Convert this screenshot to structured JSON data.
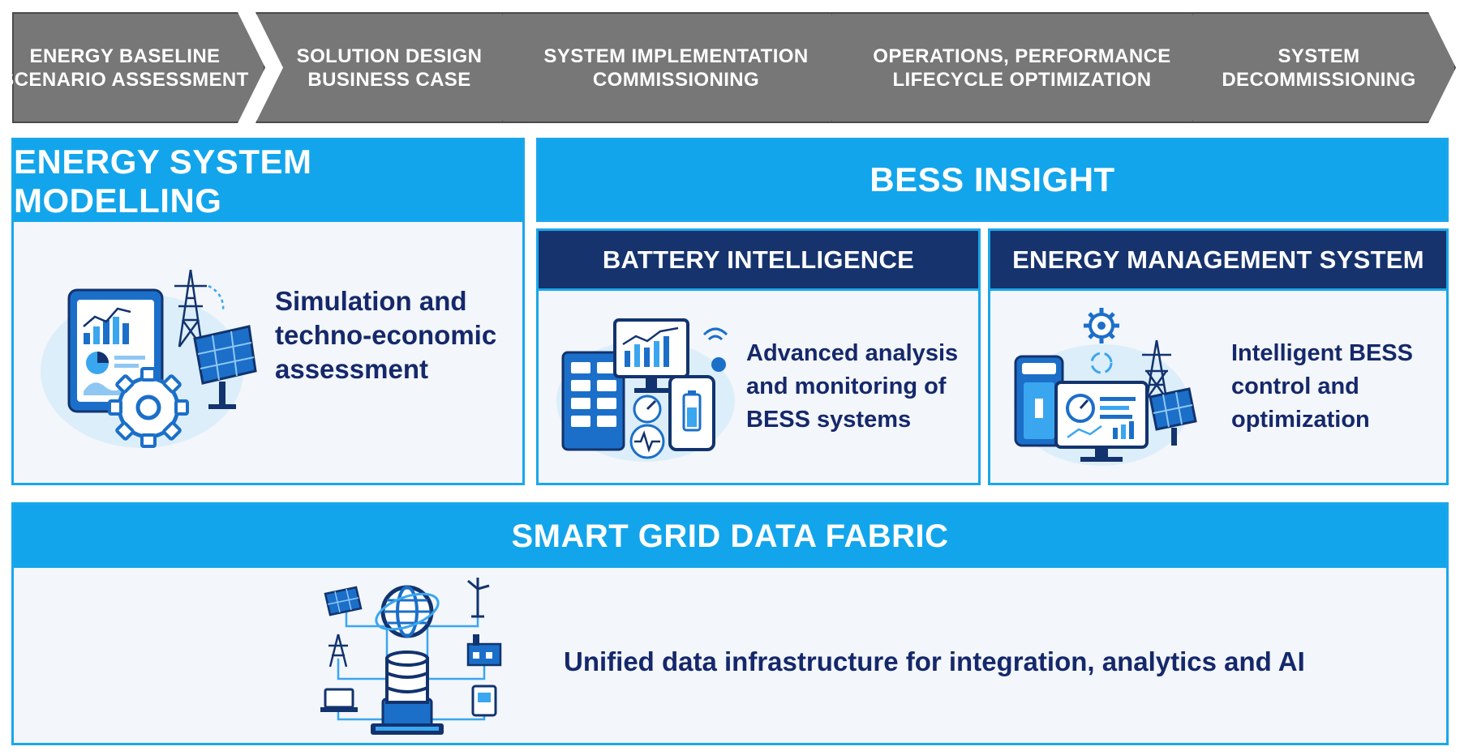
{
  "process_steps": [
    {
      "line1": "ENERGY BASELINE",
      "line2": "SCENARIO ASSESSMENT"
    },
    {
      "line1": "SOLUTION DESIGN",
      "line2": "BUSINESS CASE"
    },
    {
      "line1": "SYSTEM IMPLEMENTATION",
      "line2": "COMMISSIONING"
    },
    {
      "line1": "OPERATIONS, PERFORMANCE",
      "line2": "LIFECYCLE OPTIMIZATION"
    },
    {
      "line1": "SYSTEM",
      "line2": "DECOMMISSIONING"
    }
  ],
  "modelling": {
    "title": "ENERGY SYSTEM MODELLING",
    "line1": "Simulation and",
    "line2": "techno-economic",
    "line3": "assessment"
  },
  "bess": {
    "title": "BESS INSIGHT",
    "battery": {
      "title": "BATTERY INTELLIGENCE",
      "line1": "Advanced analysis",
      "line2": "and monitoring of",
      "line3": "BESS systems"
    },
    "ems": {
      "title": "ENERGY MANAGEMENT SYSTEM",
      "line1": "Intelligent BESS",
      "line2": "control and",
      "line3": "optimization"
    }
  },
  "fabric": {
    "title": "SMART GRID DATA FABRIC",
    "description": "Unified data infrastructure for integration, analytics and AI"
  },
  "colors": {
    "chevron": "#777777",
    "cyan": "#12a5ec",
    "navy": "#16336e",
    "text_dark": "#15286b",
    "panel_bg": "#f3f6fa"
  },
  "icons": [
    "tablet-dashboard-icon",
    "gear-icon",
    "transmission-tower-icon",
    "solar-panel-icon",
    "battery-rack-icon",
    "monitor-chart-icon",
    "phone-battery-icon",
    "wifi-icon",
    "heartbeat-icon",
    "globe-icon",
    "database-icon",
    "wind-turbine-icon",
    "factory-icon",
    "laptop-icon"
  ]
}
